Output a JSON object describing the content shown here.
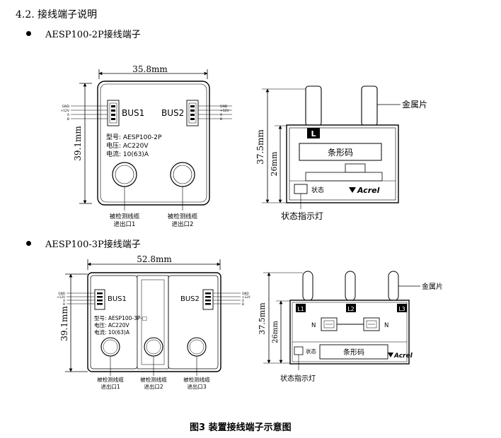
{
  "section": {
    "heading": "4.2. 接线端子说明"
  },
  "diagram_2p": {
    "title": "AESP100-2P接线端子",
    "width_dim": "35.8mm",
    "height_dim": "39.1mm",
    "bus1": "BUS1",
    "bus2": "BUS2",
    "pins_left": [
      "GND",
      "+12V",
      "A",
      "B"
    ],
    "pins_right": [
      "GND",
      "+12V",
      "A",
      "B"
    ],
    "model": "型号: AESP100-2P",
    "voltage": "电压:  AC220V",
    "current": "电流:  10(63)A",
    "port1": [
      "被检测线缆",
      "进出口1"
    ],
    "port2": [
      "被检测线缆",
      "进出口2"
    ]
  },
  "side_2p": {
    "metal_label": "金属片",
    "height_total": "37.5mm",
    "height_body": "26mm",
    "terminal": "L",
    "barcode": "条形码",
    "status": "状态",
    "brand": "Acrel",
    "led_label": "状态指示灯"
  },
  "diagram_3p": {
    "title": "AESP100-3P接线端子",
    "width_dim": "52.8mm",
    "height_dim": "39.1mm",
    "bus1": "BUS1",
    "bus2": "BUS2",
    "pins_left": [
      "GND",
      "+12V",
      "A",
      "B"
    ],
    "pins_right": [
      "GND",
      "+12V",
      "A",
      "B"
    ],
    "model": "型号: AESP100-3P-□",
    "voltage": "电压:  AC220V",
    "current": "电流:  10(63)A",
    "port1": [
      "被检测线缆",
      "进出口1"
    ],
    "port2": [
      "被检测线缆",
      "进出口2"
    ],
    "port3": [
      "被检测线缆",
      "进出口3"
    ]
  },
  "side_3p": {
    "metal_label": "金属片",
    "height_total": "37.5mm",
    "height_body": "26mm",
    "terminals": [
      "L1",
      "L2",
      "L3"
    ],
    "neutral_left": "N",
    "neutral_right": "N",
    "status": "状态",
    "barcode": "条形码",
    "brand": "Acrel",
    "led_label": "状态指示灯"
  },
  "caption": "图3   装置接线端子示意图"
}
